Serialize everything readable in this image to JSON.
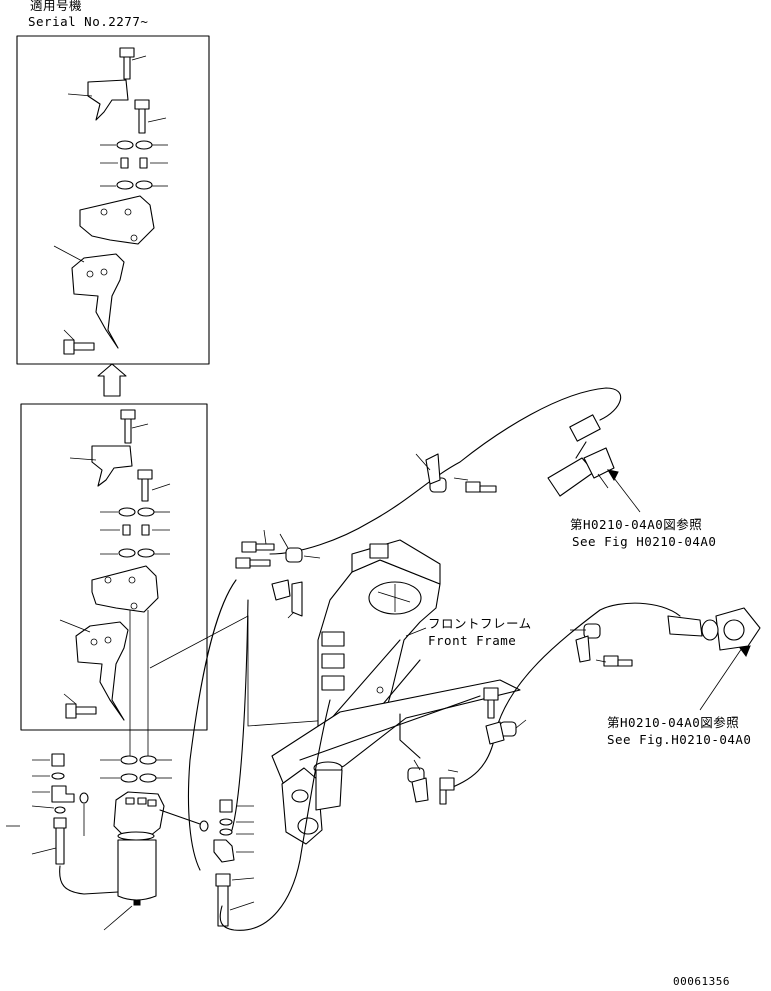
{
  "header": {
    "applicable_serial_jp": "適用号機",
    "applicable_serial_en": "Serial No.2277~"
  },
  "callouts": {
    "upper_ref_jp": "第H0210-04A0図参照",
    "upper_ref_en": "See Fig H0210-04A0",
    "lower_ref_jp": "第H0210-04A0図参照",
    "lower_ref_en": "See Fig.H0210-04A0",
    "frame_jp": "フロントフレーム",
    "frame_en": "Front Frame"
  },
  "footer": {
    "drawing_number": "00061356"
  }
}
